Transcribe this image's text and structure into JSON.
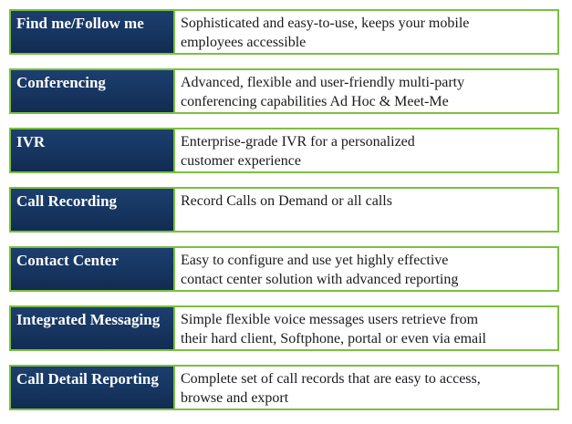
{
  "features": [
    {
      "title": "Find me/Follow me",
      "lines": [
        "Sophisticated and easy-to-use, keeps your mobile",
        "employees accessible"
      ]
    },
    {
      "title": "Conferencing",
      "lines": [
        "Advanced, flexible and user-friendly multi-party",
        "conferencing capabilities Ad Hoc & Meet-Me"
      ]
    },
    {
      "title": "IVR",
      "lines": [
        "Enterprise-grade IVR for a personalized",
        "customer experience"
      ]
    },
    {
      "title": "Call Recording",
      "lines": [
        "Record Calls on Demand or all calls",
        ""
      ]
    },
    {
      "title": "Contact Center",
      "lines": [
        "Easy to configure and use yet highly effective",
        "contact center solution with advanced reporting"
      ]
    },
    {
      "title": "Integrated Messaging",
      "lines": [
        "Simple flexible voice messages users retrieve from",
        "their hard client, Softphone, portal or even via email"
      ]
    },
    {
      "title": "Call Detail Reporting",
      "lines": [
        "Complete set of call records that are easy to access,",
        "browse and export"
      ]
    }
  ]
}
